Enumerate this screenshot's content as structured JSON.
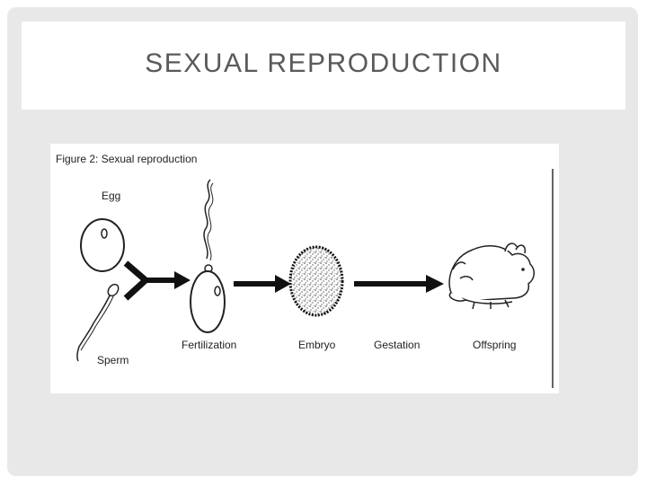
{
  "slide": {
    "title": "SEXUAL REPRODUCTION"
  },
  "figure": {
    "caption": "Figure 2: Sexual reproduction",
    "labels": {
      "egg": "Egg",
      "sperm": "Sperm",
      "fertilization": "Fertilization",
      "embryo": "Embryo",
      "gestation": "Gestation",
      "offspring": "Offspring"
    }
  },
  "colors": {
    "frame": "#e8e8e8",
    "title": "#5a5a5a",
    "ink": "#222222"
  }
}
